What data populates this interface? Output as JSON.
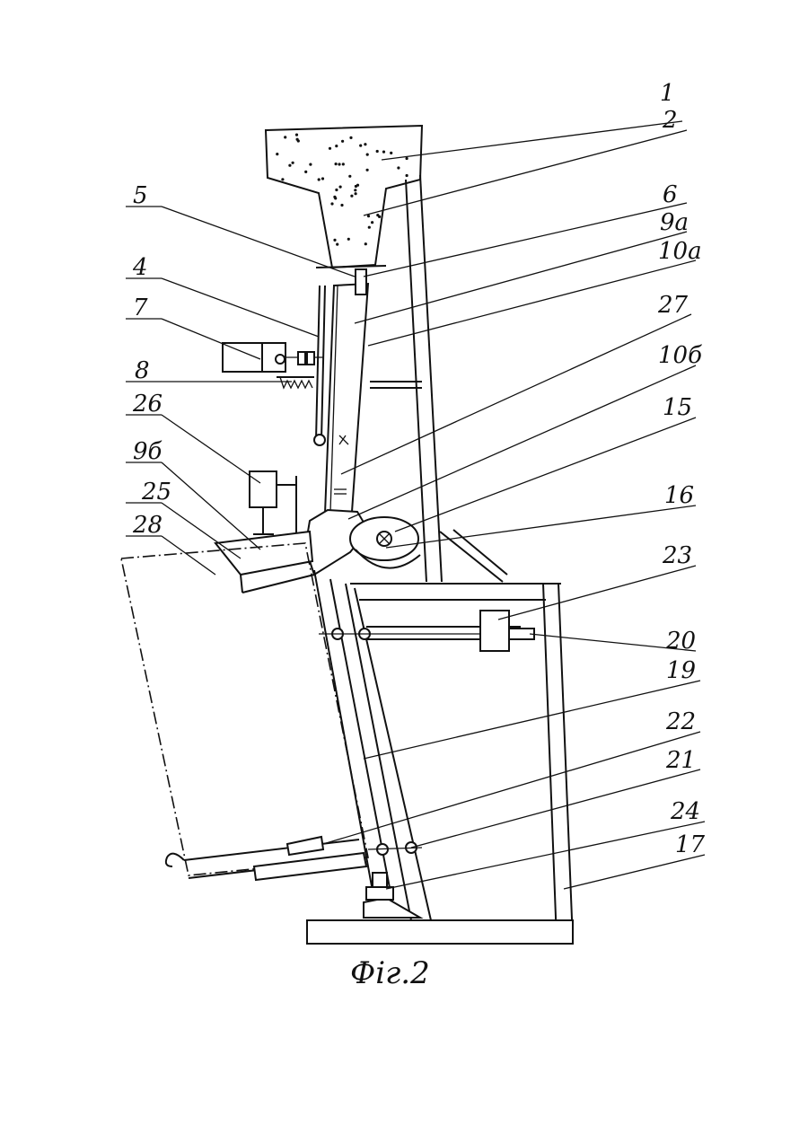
{
  "figure": {
    "caption": "Фіг.2"
  },
  "callouts": [
    "1",
    "2",
    "6",
    "9а",
    "10а",
    "27",
    "10б",
    "15",
    "16",
    "23",
    "20",
    "19",
    "22",
    "21",
    "24",
    "17",
    "5",
    "4",
    "7",
    "8",
    "26",
    "9б",
    "25",
    "28"
  ]
}
